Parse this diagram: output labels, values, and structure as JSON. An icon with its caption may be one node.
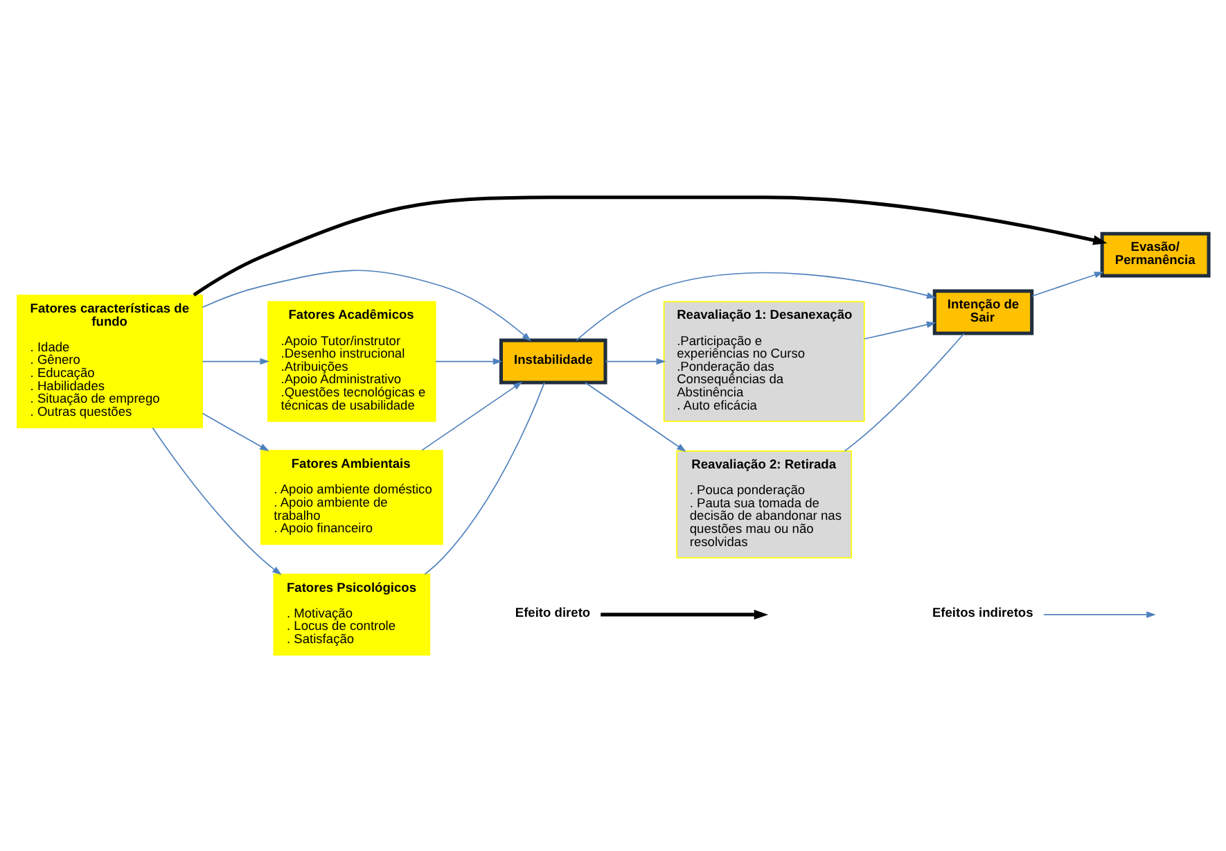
{
  "diagram": {
    "nodes": [
      {
        "text": [
          "Fatores características de fundo",
          ". Idade",
          ". Gênero",
          ". Educação",
          ". Habilidades",
          ". Situação de emprego",
          ". Outras questões"
        ]
      },
      {
        "text": [
          "Fatores Acadêmicos",
          ".Apoio Tutor/instrutor",
          ".Desenho instrucional",
          ".Atribuições",
          ".Apoio Administrativo",
          ".Questões tecnológicas e técnicas de usabilidade"
        ]
      },
      {
        "text": [
          "Fatores Ambientais",
          ". Apoio ambiente doméstico",
          ". Apoio ambiente de trabalho",
          ". Apoio financeiro"
        ]
      },
      {
        "text": [
          "Fatores Psicológicos",
          ". Motivação",
          ". Locus de controle",
          ". Satisfação"
        ]
      },
      {
        "text": [
          "Instabilidade"
        ]
      },
      {
        "text": [
          "Reavaliação 1: Desanexação",
          ".Participação e experiências no Curso",
          ".Ponderação das Consequências da Abstinência",
          ". Auto eficácia"
        ]
      },
      {
        "text": [
          "Reavaliação 2: Retirada",
          ". Pouca ponderação",
          ". Pauta sua tomada de decisão de abandonar nas questões mau ou não resolvidas"
        ]
      },
      {
        "text": [
          "Intenção de Sair"
        ]
      },
      {
        "text": [
          "Evasão/ Permanência"
        ]
      }
    ],
    "edges": [
      {
        "from": 0,
        "to": 1,
        "arrow": "to"
      },
      {
        "from": 0,
        "to": 2,
        "arrow": "to"
      },
      {
        "from": 0,
        "to": 4,
        "arrow": "to"
      },
      {
        "from": 0,
        "to": 3,
        "arrow": "to"
      },
      {
        "from": 1,
        "to": 4,
        "arrow": "to"
      },
      {
        "from": 2,
        "to": 4,
        "arrow": "to"
      },
      {
        "from": 3,
        "to": 4,
        "arrow": "none"
      },
      {
        "from": 4,
        "to": 5,
        "arrow": "to"
      },
      {
        "from": 4,
        "to": 7,
        "arrow": "to"
      },
      {
        "from": 4,
        "to": 6,
        "arrow": "to"
      },
      {
        "from": 5,
        "to": 7,
        "arrow": "to"
      },
      {
        "from": 6,
        "to": 7,
        "arrow": "none"
      },
      {
        "from": 7,
        "to": 8,
        "arrow": "to"
      },
      {
        "from": 0,
        "to": 8,
        "arrow": "to",
        "style": "thick",
        "color": "#000000"
      }
    ],
    "legend": [
      {
        "text": "Efeito direto"
      },
      {
        "text": "Efeitos indiretos"
      }
    ]
  }
}
